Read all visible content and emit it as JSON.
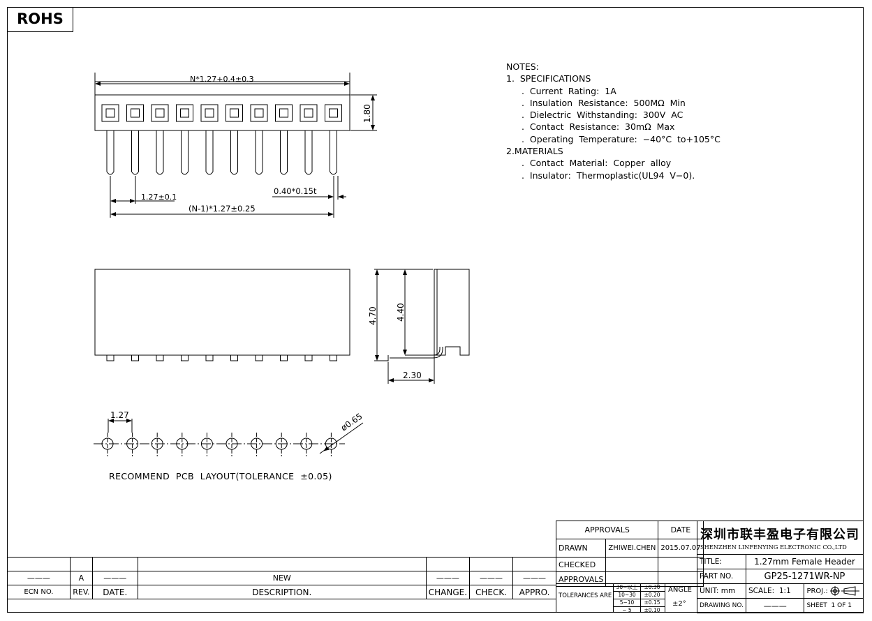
{
  "rohs_label": "ROHS",
  "dims": {
    "overall_length": "N*1.27+0.4±0.3",
    "body_height": "1.80",
    "pitch": "1.27±0.1",
    "pin_size": "0.40*0.15t",
    "pin_span": "(N-1)*1.27±0.25",
    "total_height": "4.70",
    "pin_height": "4.40",
    "depth": "2.30",
    "pcb_pitch": "1.27",
    "hole_dia": "ø0.65"
  },
  "pin_count": 10,
  "notes": {
    "heading": "NOTES:",
    "spec_heading": "1.  SPECIFICATIONS",
    "specs": [
      ".  Current  Rating:  1A",
      ".  Insulation  Resistance:  500MΩ  Min",
      ".  Dielectric  Withstanding:  300V  AC",
      ".  Contact  Resistance:  30mΩ  Max",
      ".  Operating  Temperature:  −40°C  to+105°C"
    ],
    "mat_heading": "2.MATERIALS",
    "materials": [
      ".  Contact  Material:  Copper  alloy",
      ".  Insulator:  Thermoplastic(UL94  V−0)."
    ]
  },
  "pcb_caption": "RECOMMEND  PCB  LAYOUT(TOLERANCE  ±0.05)",
  "revision_block": {
    "ecn_value": "———",
    "rev_value": "A",
    "date_value": "———",
    "description_value": "NEW",
    "change_value": "———",
    "check_value": "———",
    "appro_value": "———",
    "ecn_label": "ECN  NO.",
    "rev_label": "REV.",
    "date_label": "DATE.",
    "description_label": "DESCRIPTION.",
    "change_label": "CHANGE.",
    "check_label": "CHECK.",
    "appro_label": "APPRO."
  },
  "title_block": {
    "approvals_header": "APPROVALS",
    "date_header": "DATE",
    "drawn_label": "DRAWN",
    "drawn_by": "ZHIWEI.CHEN",
    "drawn_date": "2015.07.07",
    "checked_label": "CHECKED",
    "approvals_label": "APPROVALS",
    "tolerances_label": "TOLERANCES  ARE",
    "tol_ranges": [
      "30~以上",
      "10~30",
      "5~10",
      "~ 5"
    ],
    "tol_values": [
      "±0.30",
      "±0.20",
      "±0.15",
      "±0.10"
    ],
    "angle_label": "ANGLE",
    "angle_value": "±2°",
    "company_cn": "深圳市联丰盈电子有限公司",
    "company_en": "SHENZHEN LINFENYING ELECTRONIC CO.,LTD",
    "title_label": "TITLE:",
    "title_value": "1.27mm  Female  Header",
    "part_label": "PART  NO.",
    "part_value": "GP25-1271WR-NP",
    "unit_label": "UNIT:  mm",
    "scale_label": "SCALE:",
    "scale_value": "1:1",
    "proj_label": "PROJ.:",
    "drawing_label": "DRAWING  NO.",
    "drawing_value": "———",
    "sheet_label": "SHEET",
    "sheet_value": "1  OF  1"
  }
}
